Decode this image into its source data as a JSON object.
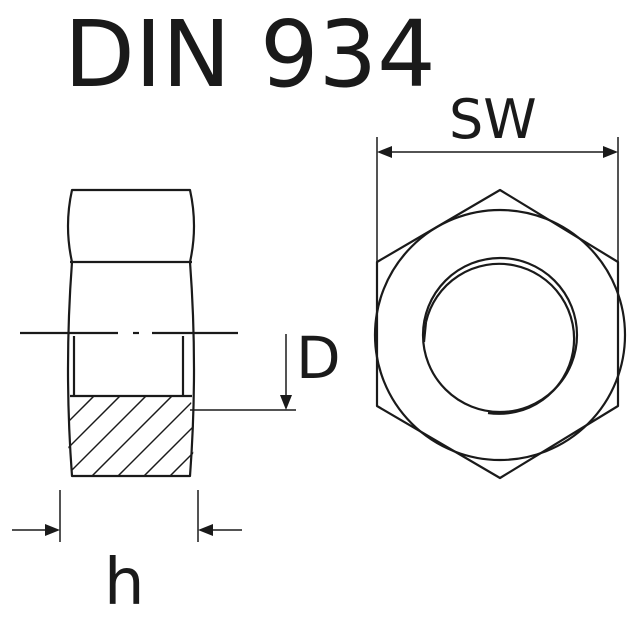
{
  "title": "DIN 934",
  "labels": {
    "across_flats": "SW",
    "diameter": "D",
    "height": "h"
  }
}
